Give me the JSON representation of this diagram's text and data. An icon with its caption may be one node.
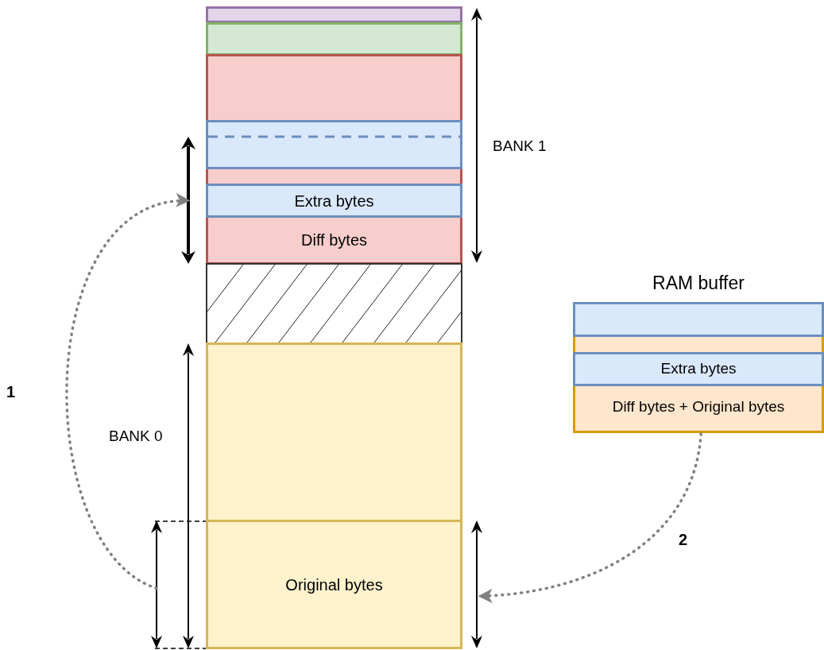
{
  "diagram": {
    "nodes": [
      {
        "text": [],
        "shape": "box"
      },
      {
        "text": [],
        "shape": "box"
      },
      {
        "text": [
          "Diff bytes"
        ]
      },
      {
        "text": [],
        "shape": "box",
        "in": 2
      },
      {
        "text": [
          "Extra bytes"
        ],
        "in": 2
      },
      {
        "text": [],
        "shape": "box"
      },
      {
        "text": [],
        "shape": "box"
      },
      {
        "text": [
          "Original bytes"
        ]
      },
      {
        "text": [
          "RAM buffer",
          "Diff bytes + Original bytes"
        ]
      },
      {
        "text": [],
        "shape": "box",
        "in": 8
      },
      {
        "text": [
          "Extra bytes"
        ],
        "in": 8
      }
    ],
    "edges": [
      {
        "from": 7,
        "to": 4,
        "arrow": "to",
        "label": "1",
        "style": "dashed",
        "color": "#808080"
      },
      {
        "from": 8,
        "to": 7,
        "arrow": "to",
        "label": "2",
        "style": "dashed",
        "color": "#808080"
      }
    ],
    "labels": [
      "BANK 1",
      "BANK 0"
    ]
  }
}
